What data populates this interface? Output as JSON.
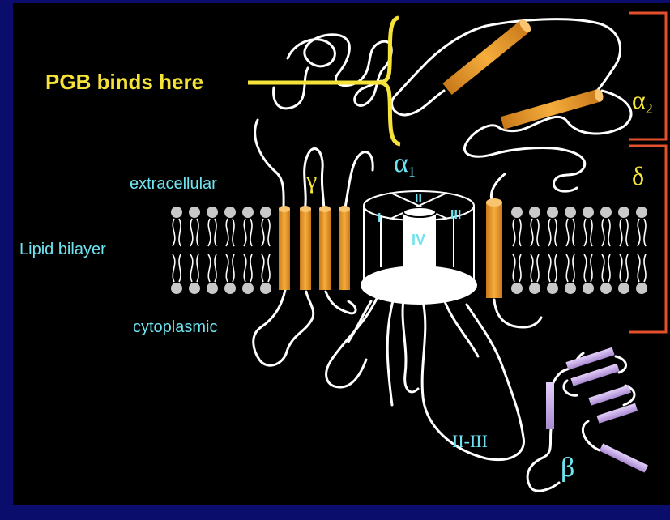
{
  "labels": {
    "pgb": "PGB binds here",
    "extracellular": "extracellular",
    "lipid_bilayer": "Lipid bilayer",
    "cytoplasmic": "cytoplasmic",
    "alpha1": "α",
    "alpha1_sub": "1",
    "alpha2": "α",
    "alpha2_sub": "2",
    "gamma": "γ",
    "delta": "δ",
    "beta": "β",
    "domain_I": "I",
    "domain_II": "II",
    "domain_III": "III",
    "domain_IV": "IV",
    "loop_II_III": "II-III"
  },
  "colors": {
    "background": "#000000",
    "border": "#0a0d6b",
    "helix": "#f0a22e",
    "beta_helix": "#c9a7ee",
    "label_cyan": "#6fe3f0",
    "label_yellow": "#f5e33a",
    "bracket_red": "#e2502c",
    "lipid_head": "#c9c9c9",
    "strand": "#ffffff"
  }
}
